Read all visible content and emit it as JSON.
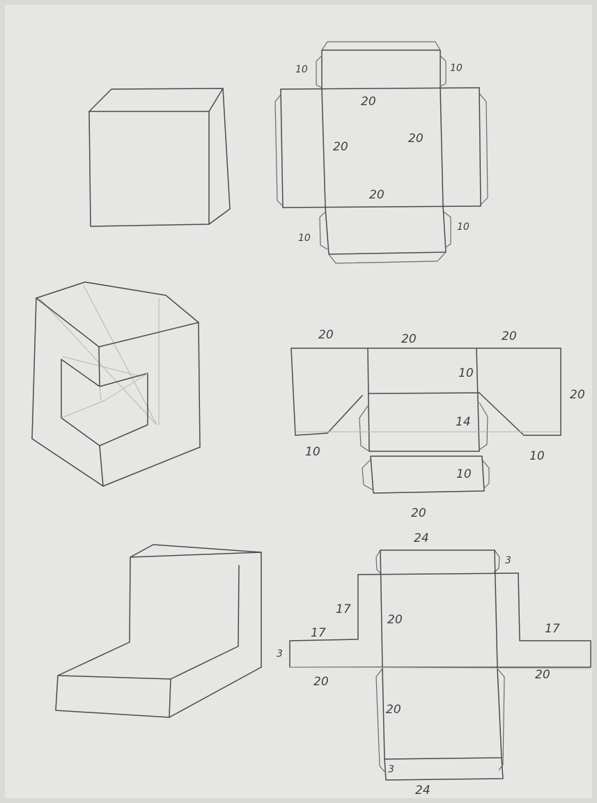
{
  "nets": {
    "cube": {
      "top_tab_left": "10",
      "top_tab_right": "10",
      "top_edge": "20",
      "left_side": "20",
      "right_side": "20",
      "bottom_edge": "20",
      "bottom_tab_left": "10",
      "bottom_tab_right": "10"
    },
    "cutout_block": {
      "wing_left_top": "20",
      "center_top": "20",
      "wing_right_top": "20",
      "strip_1": "10",
      "right_height": "20",
      "strip_2": "14",
      "foot_left": "10",
      "foot_right": "10",
      "strip_3": "10",
      "bottom": "20"
    },
    "l_block": {
      "top": "24",
      "top_tab": "3",
      "step_height": "17",
      "center_upper": "20",
      "left_arm": "17",
      "right_arm": "17",
      "arm_thickness": "3",
      "arm_left_bottom": "20",
      "arm_right_bottom": "20",
      "center_lower": "20",
      "bottom_tab": "3",
      "bottom": "24"
    }
  }
}
